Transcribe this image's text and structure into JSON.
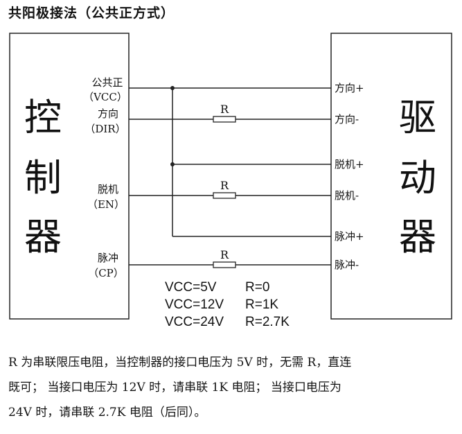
{
  "title": "共阳极接法（公共正方式）",
  "controller": {
    "name_chars": [
      "控",
      "制",
      "器"
    ],
    "signals": [
      {
        "name": "公共正",
        "code": "（VCC）"
      },
      {
        "name": "方向",
        "code": "（DIR）"
      },
      {
        "name": "脱机",
        "code": "（EN）"
      },
      {
        "name": "脉冲",
        "code": "（CP）"
      }
    ]
  },
  "driver": {
    "name_chars": [
      "驱",
      "动",
      "器"
    ],
    "terminals": [
      "方向+",
      "方向-",
      "脱机+",
      "脱机-",
      "脉冲+",
      "脉冲-"
    ]
  },
  "resistor_label": "R",
  "notes": [
    {
      "vcc": "VCC=5V",
      "r": "R=0"
    },
    {
      "vcc": "VCC=12V",
      "r": "R=1K"
    },
    {
      "vcc": "VCC=24V",
      "r": "R=2.7K"
    }
  ],
  "description_lines": [
    "R 为串联限压电阻，当控制器的接口电压为 5V 时，无需 R，直连",
    "既可；  当接口电压为 12V 时，请串联 1K 电阻；  当接口电压为",
    "24V 时，请串联 2.7K 电阻（后同）。"
  ]
}
